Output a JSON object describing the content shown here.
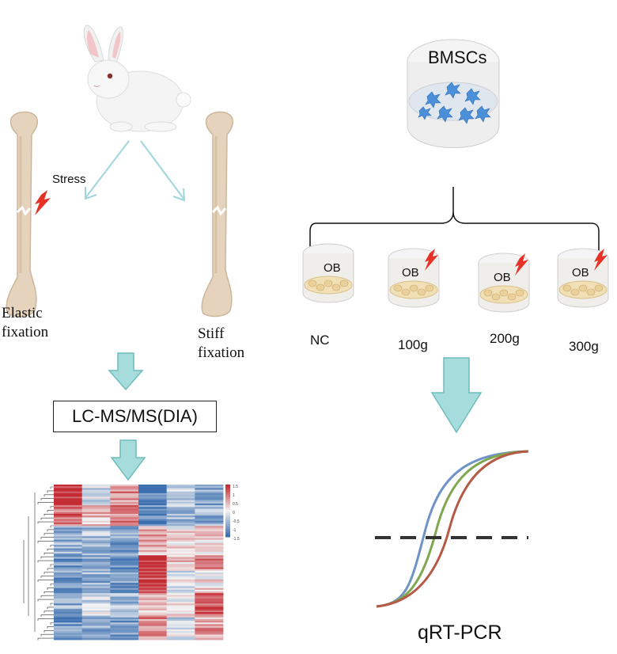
{
  "left": {
    "stress_label": "Stress",
    "elastic_label": "Elastic\nfixation",
    "stiff_label": "Stiff\nfixation",
    "ms_box": "LC-MS/MS(DIA)",
    "heatmap": {
      "rows": 90,
      "columns": 6,
      "scale_ticks": [
        "1.5",
        "1",
        "0.5",
        "0",
        "-0.5",
        "-1",
        "-1.5"
      ],
      "low_color": "#3b6fb0",
      "mid_color": "#f3f3f3",
      "high_color": "#c42a32"
    }
  },
  "right": {
    "bmsc_label": "BMSCs",
    "dish_label": "OB",
    "groups": [
      "NC",
      "100g",
      "200g",
      "300g"
    ],
    "qpcr_label": "qRT-PCR",
    "curve_colors": [
      "#6f93c7",
      "#7fa74f",
      "#b55a45"
    ]
  },
  "colors": {
    "arrow_fill": "#a7dcdc",
    "arrow_stroke": "#6fbcbc",
    "thin_arrow": "#9fd6dc",
    "bone": "#e6d3bd",
    "bone_shade": "#cdb79b",
    "lightning": "#e63226"
  }
}
